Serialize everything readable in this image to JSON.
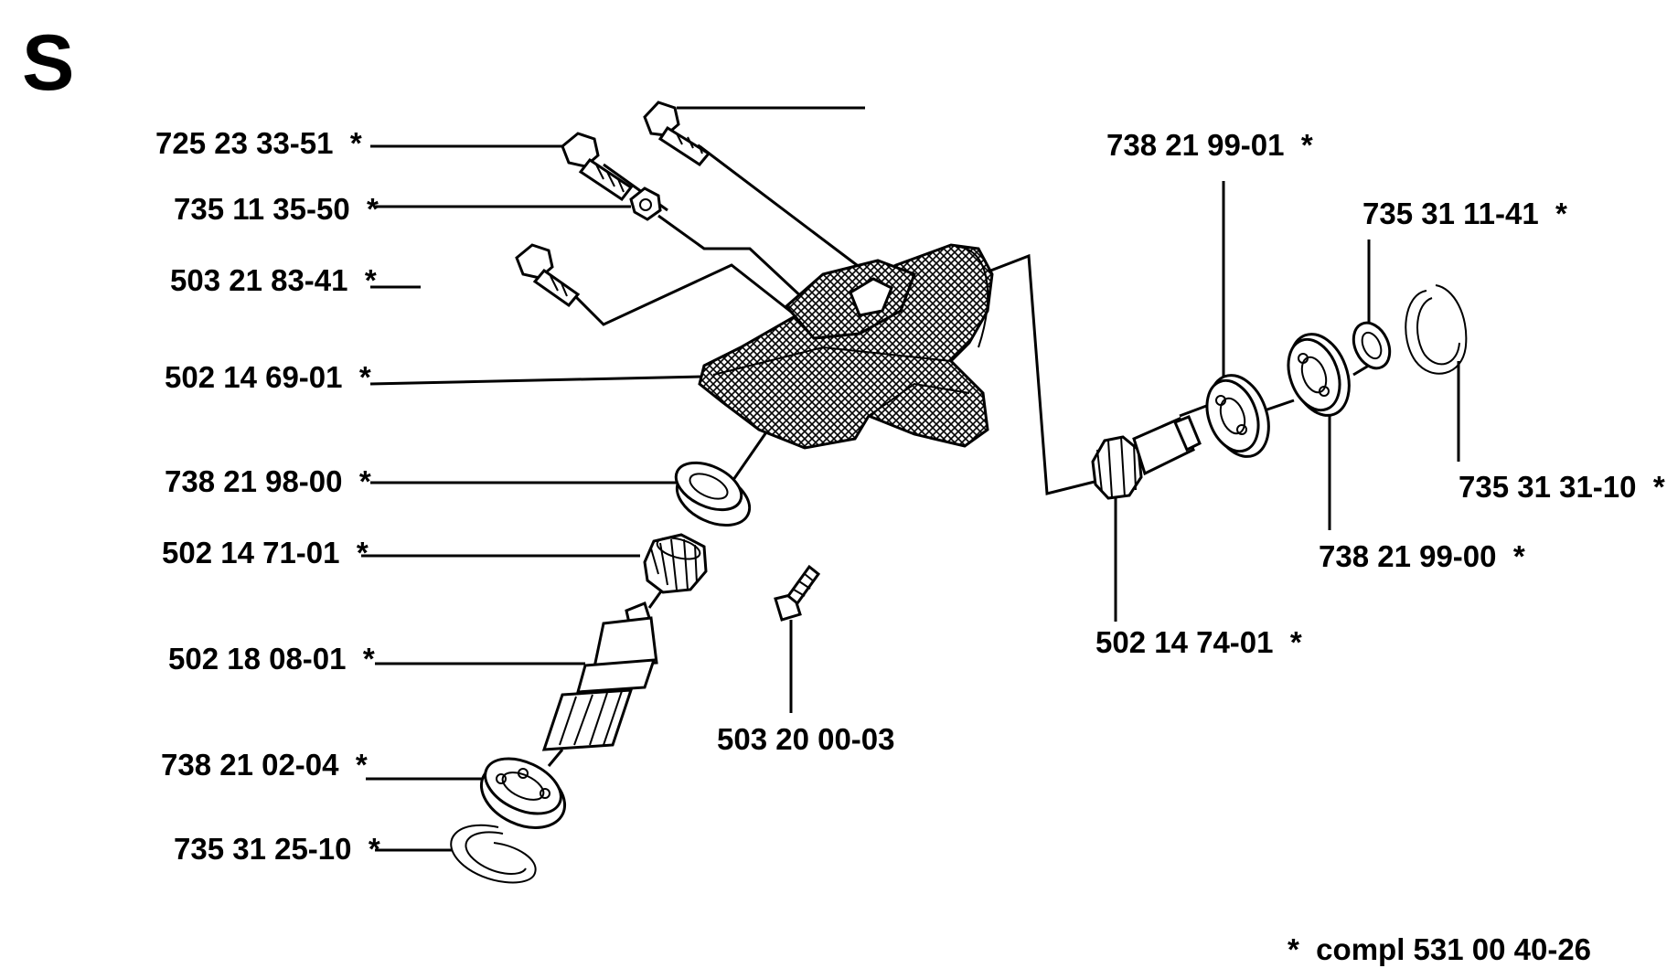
{
  "section_letter": "S",
  "parts": {
    "p01": "725 23 33-51  *",
    "p02": "735 11 35-50  *",
    "p03": "503 21 83-41  *",
    "p04": "502 14 69-01  *",
    "p05": "738 21 98-00  *",
    "p06": "502 14 71-01  *",
    "p07": "502 18 08-01  *",
    "p08": "738 21 02-04  *",
    "p09": "735 31 25-10  *",
    "p10": "503 20 00-03",
    "p11": "738 21 99-01  *",
    "p12": "735 31 11-41  *",
    "p13": "735 31 31-10  *",
    "p14": "738 21 99-00  *",
    "p15": "502 14 74-01  *"
  },
  "footnote": "*  compl 531 00 40-26",
  "colors": {
    "ink": "#000000",
    "paper": "#ffffff"
  }
}
